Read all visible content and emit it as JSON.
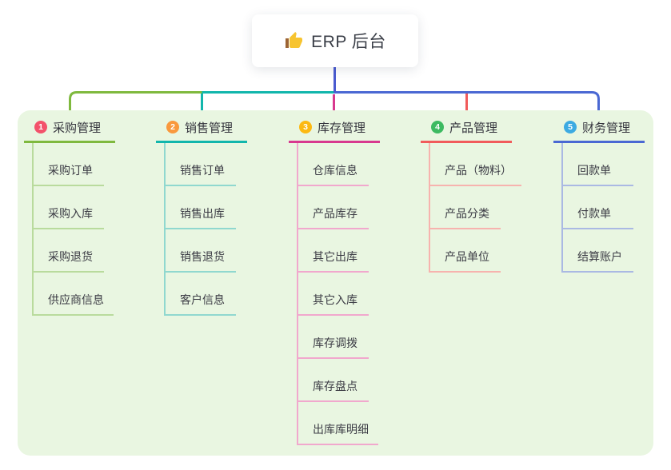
{
  "root": {
    "title": "ERP 后台",
    "icon": "thumbs-up-icon",
    "line_color": "#4a5bd0"
  },
  "panel": {
    "bg_color": "#e9f6e1"
  },
  "branches": [
    {
      "num": "1",
      "label": "采购管理",
      "badge_color": "#f3526b",
      "line_color": "#7fb93e",
      "tint_color": "#b9db9d",
      "children": [
        "采购订单",
        "采购入库",
        "采购退货",
        "供应商信息"
      ]
    },
    {
      "num": "2",
      "label": "销售管理",
      "badge_color": "#f9993d",
      "line_color": "#12b6ac",
      "tint_color": "#90d8cf",
      "children": [
        "销售订单",
        "销售出库",
        "销售退货",
        "客户信息"
      ]
    },
    {
      "num": "3",
      "label": "库存管理",
      "badge_color": "#fcb912",
      "line_color": "#d8398f",
      "tint_color": "#f1a8cd",
      "children": [
        "仓库信息",
        "产品库存",
        "其它出库",
        "其它入库",
        "库存调拨",
        "库存盘点",
        "出库库明细"
      ]
    },
    {
      "num": "4",
      "label": "产品管理",
      "badge_color": "#3dba61",
      "line_color": "#f15b5b",
      "tint_color": "#f7b3ae",
      "children": [
        "产品（物料）",
        "产品分类",
        "产品单位"
      ]
    },
    {
      "num": "5",
      "label": "财务管理",
      "badge_color": "#3caae2",
      "line_color": "#4a68d3",
      "tint_color": "#aab9e3",
      "children": [
        "回款单",
        "付款单",
        "结算账户"
      ]
    }
  ]
}
